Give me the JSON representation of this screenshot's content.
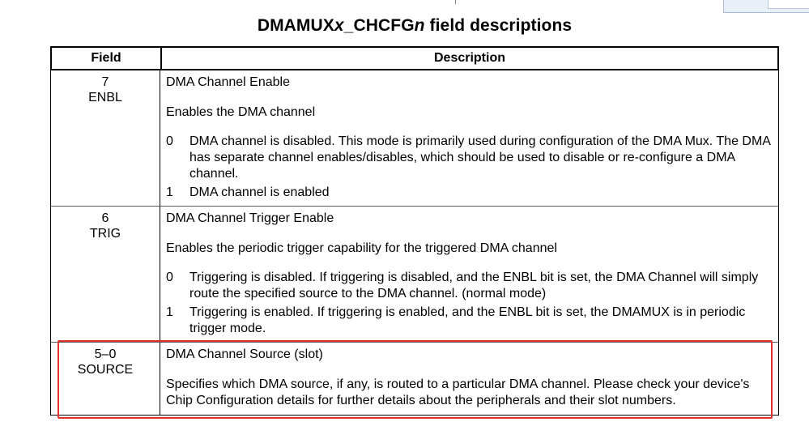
{
  "title": {
    "prefix": "DMAMUX",
    "x_italic": "x",
    "mid": "_CHCFG",
    "n_italic": "n",
    "suffix": " field descriptions"
  },
  "table": {
    "header_field": "Field",
    "header_description": "Description",
    "rows": [
      {
        "bits": "7",
        "name": "ENBL",
        "summary": "DMA Channel Enable",
        "detail": "Enables the DMA channel",
        "values": [
          {
            "key": "0",
            "text": "DMA channel is disabled. This mode is primarily used during configuration of the DMA Mux. The DMA has separate channel enables/disables, which should be used to disable or re-configure a DMA channel."
          },
          {
            "key": "1",
            "text": "DMA channel is enabled"
          }
        ]
      },
      {
        "bits": "6",
        "name": "TRIG",
        "summary": "DMA Channel Trigger Enable",
        "detail": "Enables the periodic trigger capability for the triggered DMA channel",
        "values": [
          {
            "key": "0",
            "text": "Triggering is disabled. If triggering is disabled, and the ENBL bit is set, the DMA Channel will simply route the specified source to the DMA channel. (normal mode)"
          },
          {
            "key": "1",
            "text": "Triggering is enabled. If triggering is enabled, and the ENBL bit is set, the DMAMUX is in periodic trigger mode."
          }
        ]
      },
      {
        "bits": "5–0",
        "name": "SOURCE",
        "summary": "DMA Channel Source (slot)",
        "detail": "Specifies which DMA source, if any, is routed to a particular DMA channel. Please check your device's Chip Configuration details for further details about the peripherals and their slot numbers."
      }
    ]
  },
  "colors": {
    "highlight_border": "#e0312f",
    "rule": "#000000"
  }
}
